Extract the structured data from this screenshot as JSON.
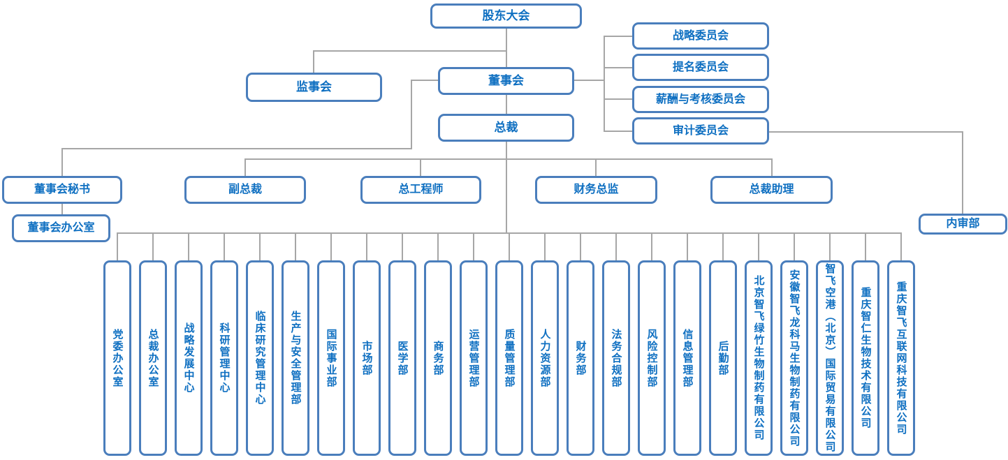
{
  "org": {
    "shareholders": "股东大会",
    "supervisory_board": "监事会",
    "board": "董事会",
    "president": "总裁",
    "committees": [
      "战略委员会",
      "提名委员会",
      "薪酬与考核委员会",
      "审计委员会"
    ],
    "executives": [
      "董事会秘书",
      "副总裁",
      "总工程师",
      "财务总监",
      "总裁助理"
    ],
    "board_office": "董事会办公室",
    "internal_audit": "内审部",
    "departments": [
      "党委办公室",
      "总裁办公室",
      "战略发展中心",
      "科研管理中心",
      "临床研究管理中心",
      "生产与安全管理部",
      "国际事业部",
      "市场部",
      "医学部",
      "商务部",
      "运营管理部",
      "质量管理部",
      "人力资源部",
      "财务部",
      "法务合规部",
      "风险控制部",
      "信息管理部",
      "后勤部",
      "北京智飞绿竹生物制药有限公司",
      "安徽智飞龙科马生物制药有限公司",
      "智飞空港（北京）国际贸易有限公司",
      "重庆智仁生物技术有限公司",
      "重庆智飞互联网科技有限公司"
    ]
  },
  "colors": {
    "box_border": "#4a7ebc",
    "text_blue": "#0e6fc1",
    "connector_gray": "#a6a6a6",
    "background": "#ffffff"
  }
}
